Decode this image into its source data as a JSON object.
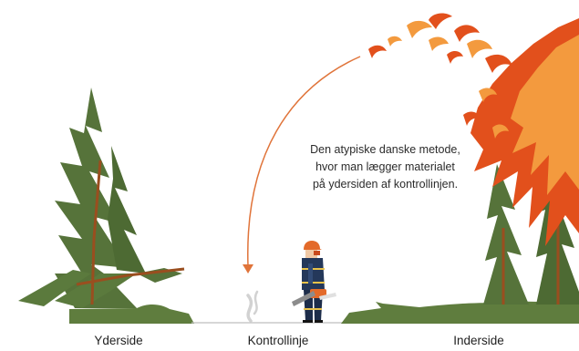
{
  "caption_lines": [
    "Den atypiske danske metode,",
    "hvor man lægger materialet",
    "på ydersiden af kontrollinjen."
  ],
  "labels": {
    "outside": "Yderside",
    "control_line": "Kontrollinje",
    "inside": "Inderside"
  },
  "colors": {
    "ground": "#5f7d3e",
    "tree": "#56733a",
    "trunk": "#9a4e1f",
    "arrow": "#e0743a",
    "flame_dark": "#e2501c",
    "flame_light": "#f39a3e",
    "smoke": "#d2d2d2",
    "uniform": "#24385a",
    "helmet": "#e36a2a"
  },
  "icons": {
    "person": "firefighter-icon",
    "tool": "chainsaw-icon",
    "smoke": "smoke-icon",
    "fire": "flames-icon"
  }
}
